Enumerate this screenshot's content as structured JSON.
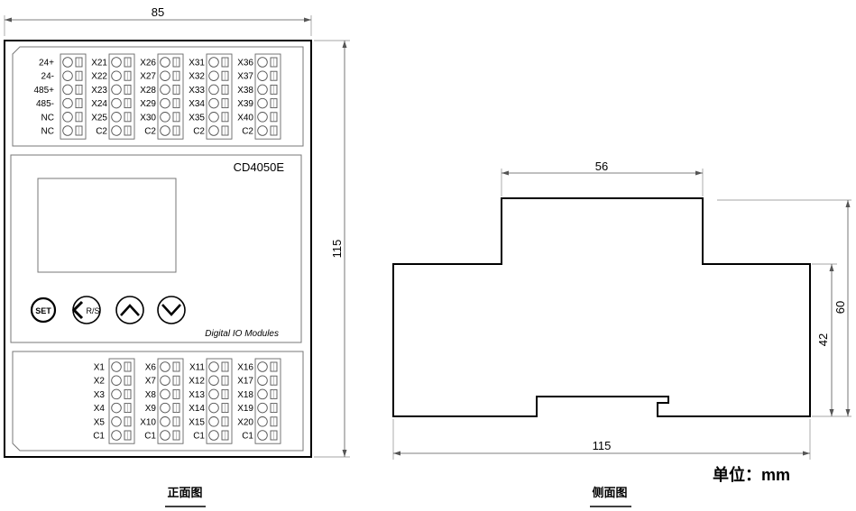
{
  "front_view": {
    "width_dim": "85",
    "height_dim": "115",
    "model": "CD4050E",
    "brand_text": "Digital IO Modules",
    "buttons": [
      "SET",
      "R/S",
      "up",
      "down"
    ],
    "top_groups": [
      [
        "24+",
        "24-",
        "485+",
        "485-",
        "NC",
        "NC"
      ],
      [
        "X21",
        "X22",
        "X23",
        "X24",
        "X25",
        "C2"
      ],
      [
        "X26",
        "X27",
        "X28",
        "X29",
        "X30",
        "C2"
      ],
      [
        "X31",
        "X32",
        "X33",
        "X34",
        "X35",
        "C2"
      ],
      [
        "X36",
        "X37",
        "X38",
        "X39",
        "X40",
        "C2"
      ]
    ],
    "bottom_groups": [
      [
        "X1",
        "X2",
        "X3",
        "X4",
        "X5",
        "C1"
      ],
      [
        "X6",
        "X7",
        "X8",
        "X9",
        "X10",
        "C1"
      ],
      [
        "X11",
        "X12",
        "X13",
        "X14",
        "X15",
        "C1"
      ],
      [
        "X16",
        "X17",
        "X18",
        "X19",
        "X20",
        "C1"
      ]
    ],
    "caption": "正面图"
  },
  "side_view": {
    "top_dim": "56",
    "bottom_dim": "115",
    "right_inner_dim": "42",
    "right_outer_dim": "60",
    "caption": "侧面图"
  },
  "unit_label": "单位：mm"
}
